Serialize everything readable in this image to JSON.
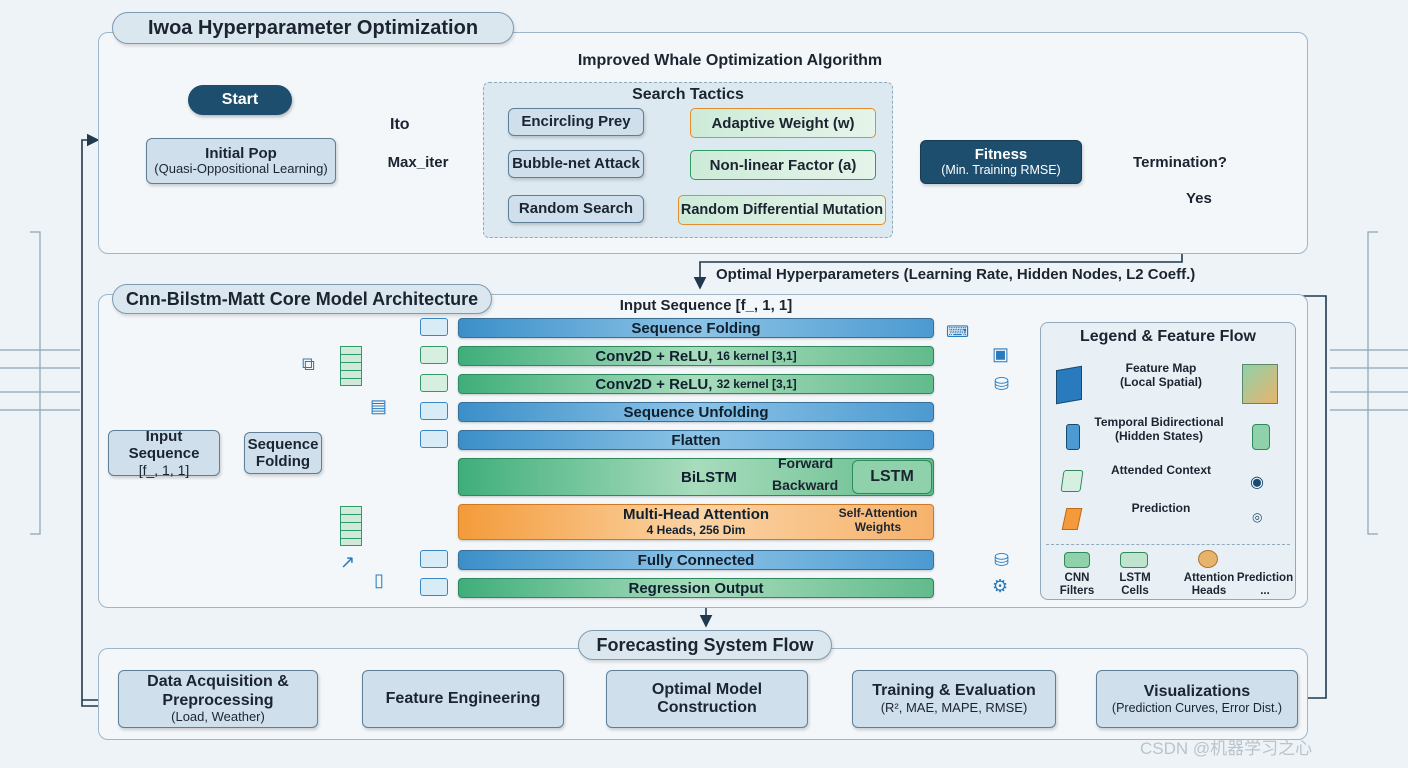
{
  "top": {
    "title": "Iwoa Hyperparameter Optimization",
    "algo_title": "Improved Whale Optimization Algorithm",
    "start": "Start",
    "initial_pop": "Initial Pop",
    "initial_pop_sub": "(Quasi-Oppositional Learning)",
    "ito": "Ito",
    "max_iter": "Max_iter",
    "search_tactics": "Search Tactics",
    "tactics": [
      "Encircling Prey",
      "Bubble-net Attack",
      "Random Search"
    ],
    "factors": [
      "Adaptive Weight (w)",
      "Non-linear Factor (a)",
      "Random Differential Mutation"
    ],
    "fitness": "Fitness",
    "fitness_sub": "(Min. Training RMSE)",
    "termination": "Termination?",
    "yes": "Yes",
    "optimal": "Optimal Hyperparameters (Learning Rate, Hidden Nodes, L2 Coeff.)"
  },
  "core": {
    "title": "Cnn-Bilstm-Matt Core Model Architecture",
    "input_seq_header": "Input Sequence [f_, 1, 1]",
    "input_seq_box": [
      "Input Sequence",
      "[f_, 1, 1]"
    ],
    "seq_folding_box": [
      "Sequence",
      "Folding"
    ],
    "bars": {
      "seq_folding": "Sequence Folding",
      "conv1": "Conv2D + ReLU,",
      "conv1_sub": "16 kernel [3,1]",
      "conv2": "Conv2D + ReLU,",
      "conv2_sub": "32 kernel [3,1]",
      "unfolding": "Sequence Unfolding",
      "flatten": "Flatten",
      "bilstm": "BiLSTM",
      "forward": "Forward",
      "backward": "Backward",
      "lstm": "LSTM",
      "mha": "Multi-Head Attention",
      "mha_sub": "4 Heads, 256 Dim",
      "self_att": "Self-Attention",
      "self_att2": "Weights",
      "fc": "Fully Connected",
      "reg": "Regression Output"
    }
  },
  "legend": {
    "title": "Legend & Feature Flow",
    "rows": [
      [
        "Feature Map",
        "(Local Spatial)"
      ],
      [
        "Temporal Bidirectional",
        "(Hidden States)"
      ],
      [
        "Attended Context",
        ""
      ],
      [
        "Prediction",
        ""
      ]
    ],
    "keys": [
      [
        "CNN",
        "Filters"
      ],
      [
        "LSTM",
        "Cells"
      ],
      [
        "Attention",
        "Heads"
      ],
      [
        "Prediction",
        "..."
      ]
    ]
  },
  "flow": {
    "title": "Forecasting System Flow",
    "steps": [
      {
        "title": "Data Acquisition &",
        "title2": "Preprocessing",
        "sub": "(Load, Weather)"
      },
      {
        "title": "Feature Engineering",
        "title2": "",
        "sub": ""
      },
      {
        "title": "Optimal Model",
        "title2": "Construction",
        "sub": ""
      },
      {
        "title": "Training & Evaluation",
        "title2": "",
        "sub": "(R², MAE, MAPE, RMSE)"
      },
      {
        "title": "Visualizations",
        "title2": "",
        "sub": "(Prediction Curves, Error Dist.)"
      }
    ]
  },
  "watermark": "CSDN @机器学习之心",
  "colors": {
    "navy": "#1d4e6e",
    "blue": "#3b8fc9",
    "green": "#3fae7a",
    "orange": "#f39b3a",
    "arrow": "#1f3a4f"
  }
}
